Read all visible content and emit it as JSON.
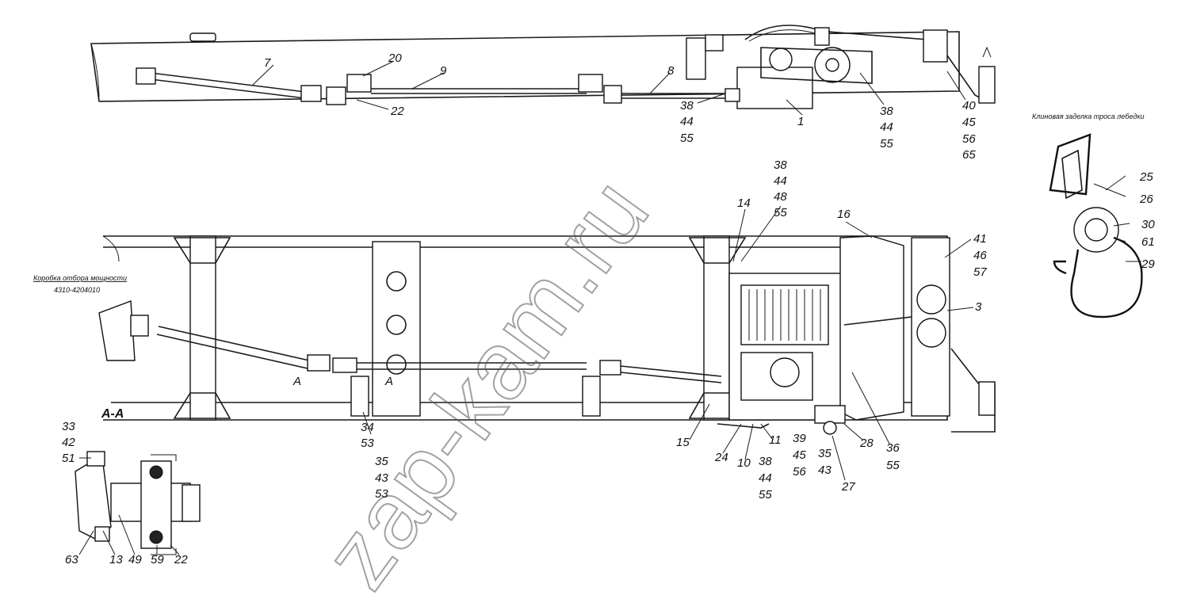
{
  "watermark": "zap-kam.ru",
  "captions": {
    "pto_box_title": "Коробка отбора мощности",
    "pto_box_code": "4310-4204010",
    "hook_title": "Клиновая заделка троса лебедки",
    "section_aa": "А-А",
    "section_mark_a": "А"
  },
  "callouts": {
    "top": [
      "7",
      "20",
      "9",
      "22",
      "8",
      "38",
      "44",
      "55",
      "1",
      "38",
      "44",
      "55",
      "40",
      "45",
      "56",
      "65"
    ],
    "main": [
      "38",
      "44",
      "48",
      "55",
      "14",
      "16",
      "41",
      "46",
      "57",
      "3",
      "34",
      "53",
      "15",
      "35",
      "43",
      "53",
      "24",
      "10",
      "38",
      "44",
      "55",
      "11",
      "39",
      "45",
      "56",
      "35",
      "43",
      "28",
      "36",
      "55",
      "27"
    ],
    "hook": [
      "25",
      "26",
      "30",
      "61",
      "29"
    ],
    "detail": [
      "33",
      "42",
      "51",
      "63",
      "13",
      "49",
      "59",
      "22"
    ]
  }
}
